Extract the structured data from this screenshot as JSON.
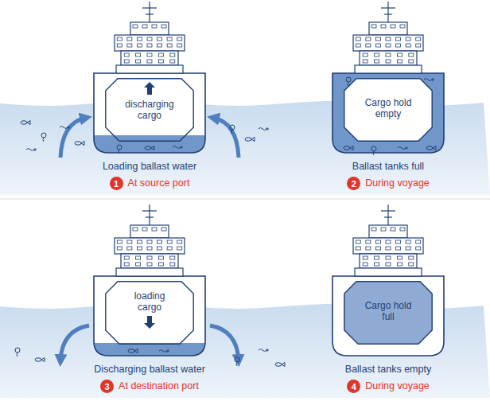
{
  "diagram": {
    "nodes": [
      {
        "text": [
          "discharging cargo"
        ]
      },
      {
        "text": [
          "1"
        ]
      },
      {
        "text": [
          "Cargo hold empty"
        ]
      },
      {
        "text": [
          "2"
        ]
      },
      {
        "text": [
          "loading cargo"
        ]
      },
      {
        "text": [
          "3"
        ]
      },
      {
        "text": [
          "Cargo hold full"
        ]
      },
      {
        "text": [
          "4"
        ]
      }
    ],
    "labels": [
      "Loading ballast water",
      "At source port",
      "Ballast tanks full",
      "During voyage",
      "Discharging ballast water",
      "At destination port",
      "Ballast tanks empty",
      "During voyage"
    ]
  }
}
